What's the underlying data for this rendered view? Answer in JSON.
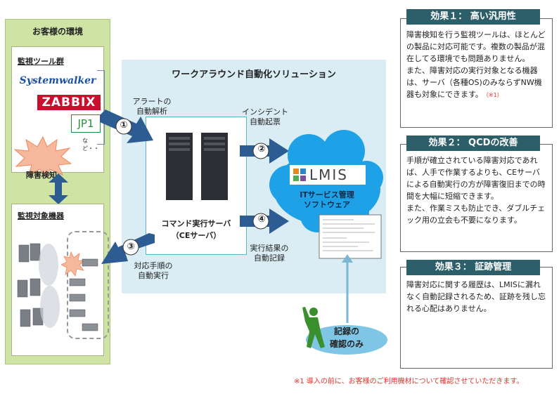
{
  "customer_env": {
    "title": "お客様の環境",
    "tools_label": "監視ツール群",
    "tools": {
      "systemwalker": "Systemwalker",
      "zabbix": "ZABBIX",
      "jp1": "JP1",
      "etc": "など・・"
    },
    "fault_detection": "障害検知",
    "monitored_label": "監視対象機器"
  },
  "solution": {
    "title": "ワークアラウンド自動化ソリューション",
    "ce_server": "コマンド実行サーバ",
    "ce_server_abbr": "（CEサーバ）",
    "lmis_logo": "LMIS",
    "itsm_line1": "ITサービス管理",
    "itsm_line2": "ソフトウェア"
  },
  "steps": [
    {
      "num": "①",
      "line1": "アラートの",
      "line2": "自動解析"
    },
    {
      "num": "②",
      "line1": "インシデント",
      "line2": "自動起票"
    },
    {
      "num": "③",
      "line1": "対応手順の",
      "line2": "自動実行"
    },
    {
      "num": "④",
      "line1": "実行結果の",
      "line2": "自動記録"
    }
  ],
  "record_check": {
    "line1": "記録の",
    "line2": "確認のみ"
  },
  "effects": [
    {
      "title": "効果１：  高い汎用性",
      "body1": "障害検知を行う監視ツールは、ほとんどの製品に対応可能です。複数の製品が混在してる環境でも問題ありません。",
      "body2": "また、障害対応の実行対象となる機器は、サーバ（各種OS)のみならずNW機器も対象にできます。",
      "note": "（※1）"
    },
    {
      "title": "効果２：  QCDの改善",
      "body1": "手順が確立されている障害対応であれば、人手で作業するよりも、CEサーバによる自動実行の方が障害復旧までの時間を大幅に短縮できます。",
      "body2": "また、作業ミスも防止でき、ダブルチェック用の立会も不要になります。"
    },
    {
      "title": "効果３：  証跡管理",
      "body1": "障害対応に関する履歴は、LMISに漏れなく自動記録されるため、証跡を残し忘れる心配はありません。"
    }
  ],
  "footnote": "※1 導入の前に、お客様のご利用機材について確認させていただきます。",
  "colors": {
    "env_green": "#cfe3a5",
    "solution_blue": "#daedf4",
    "effect_header": "#2d5f6a",
    "arrow_blue": "#2d5c92",
    "cloud_blue": "#1ea1e6",
    "footnote_red": "#e2312c"
  }
}
